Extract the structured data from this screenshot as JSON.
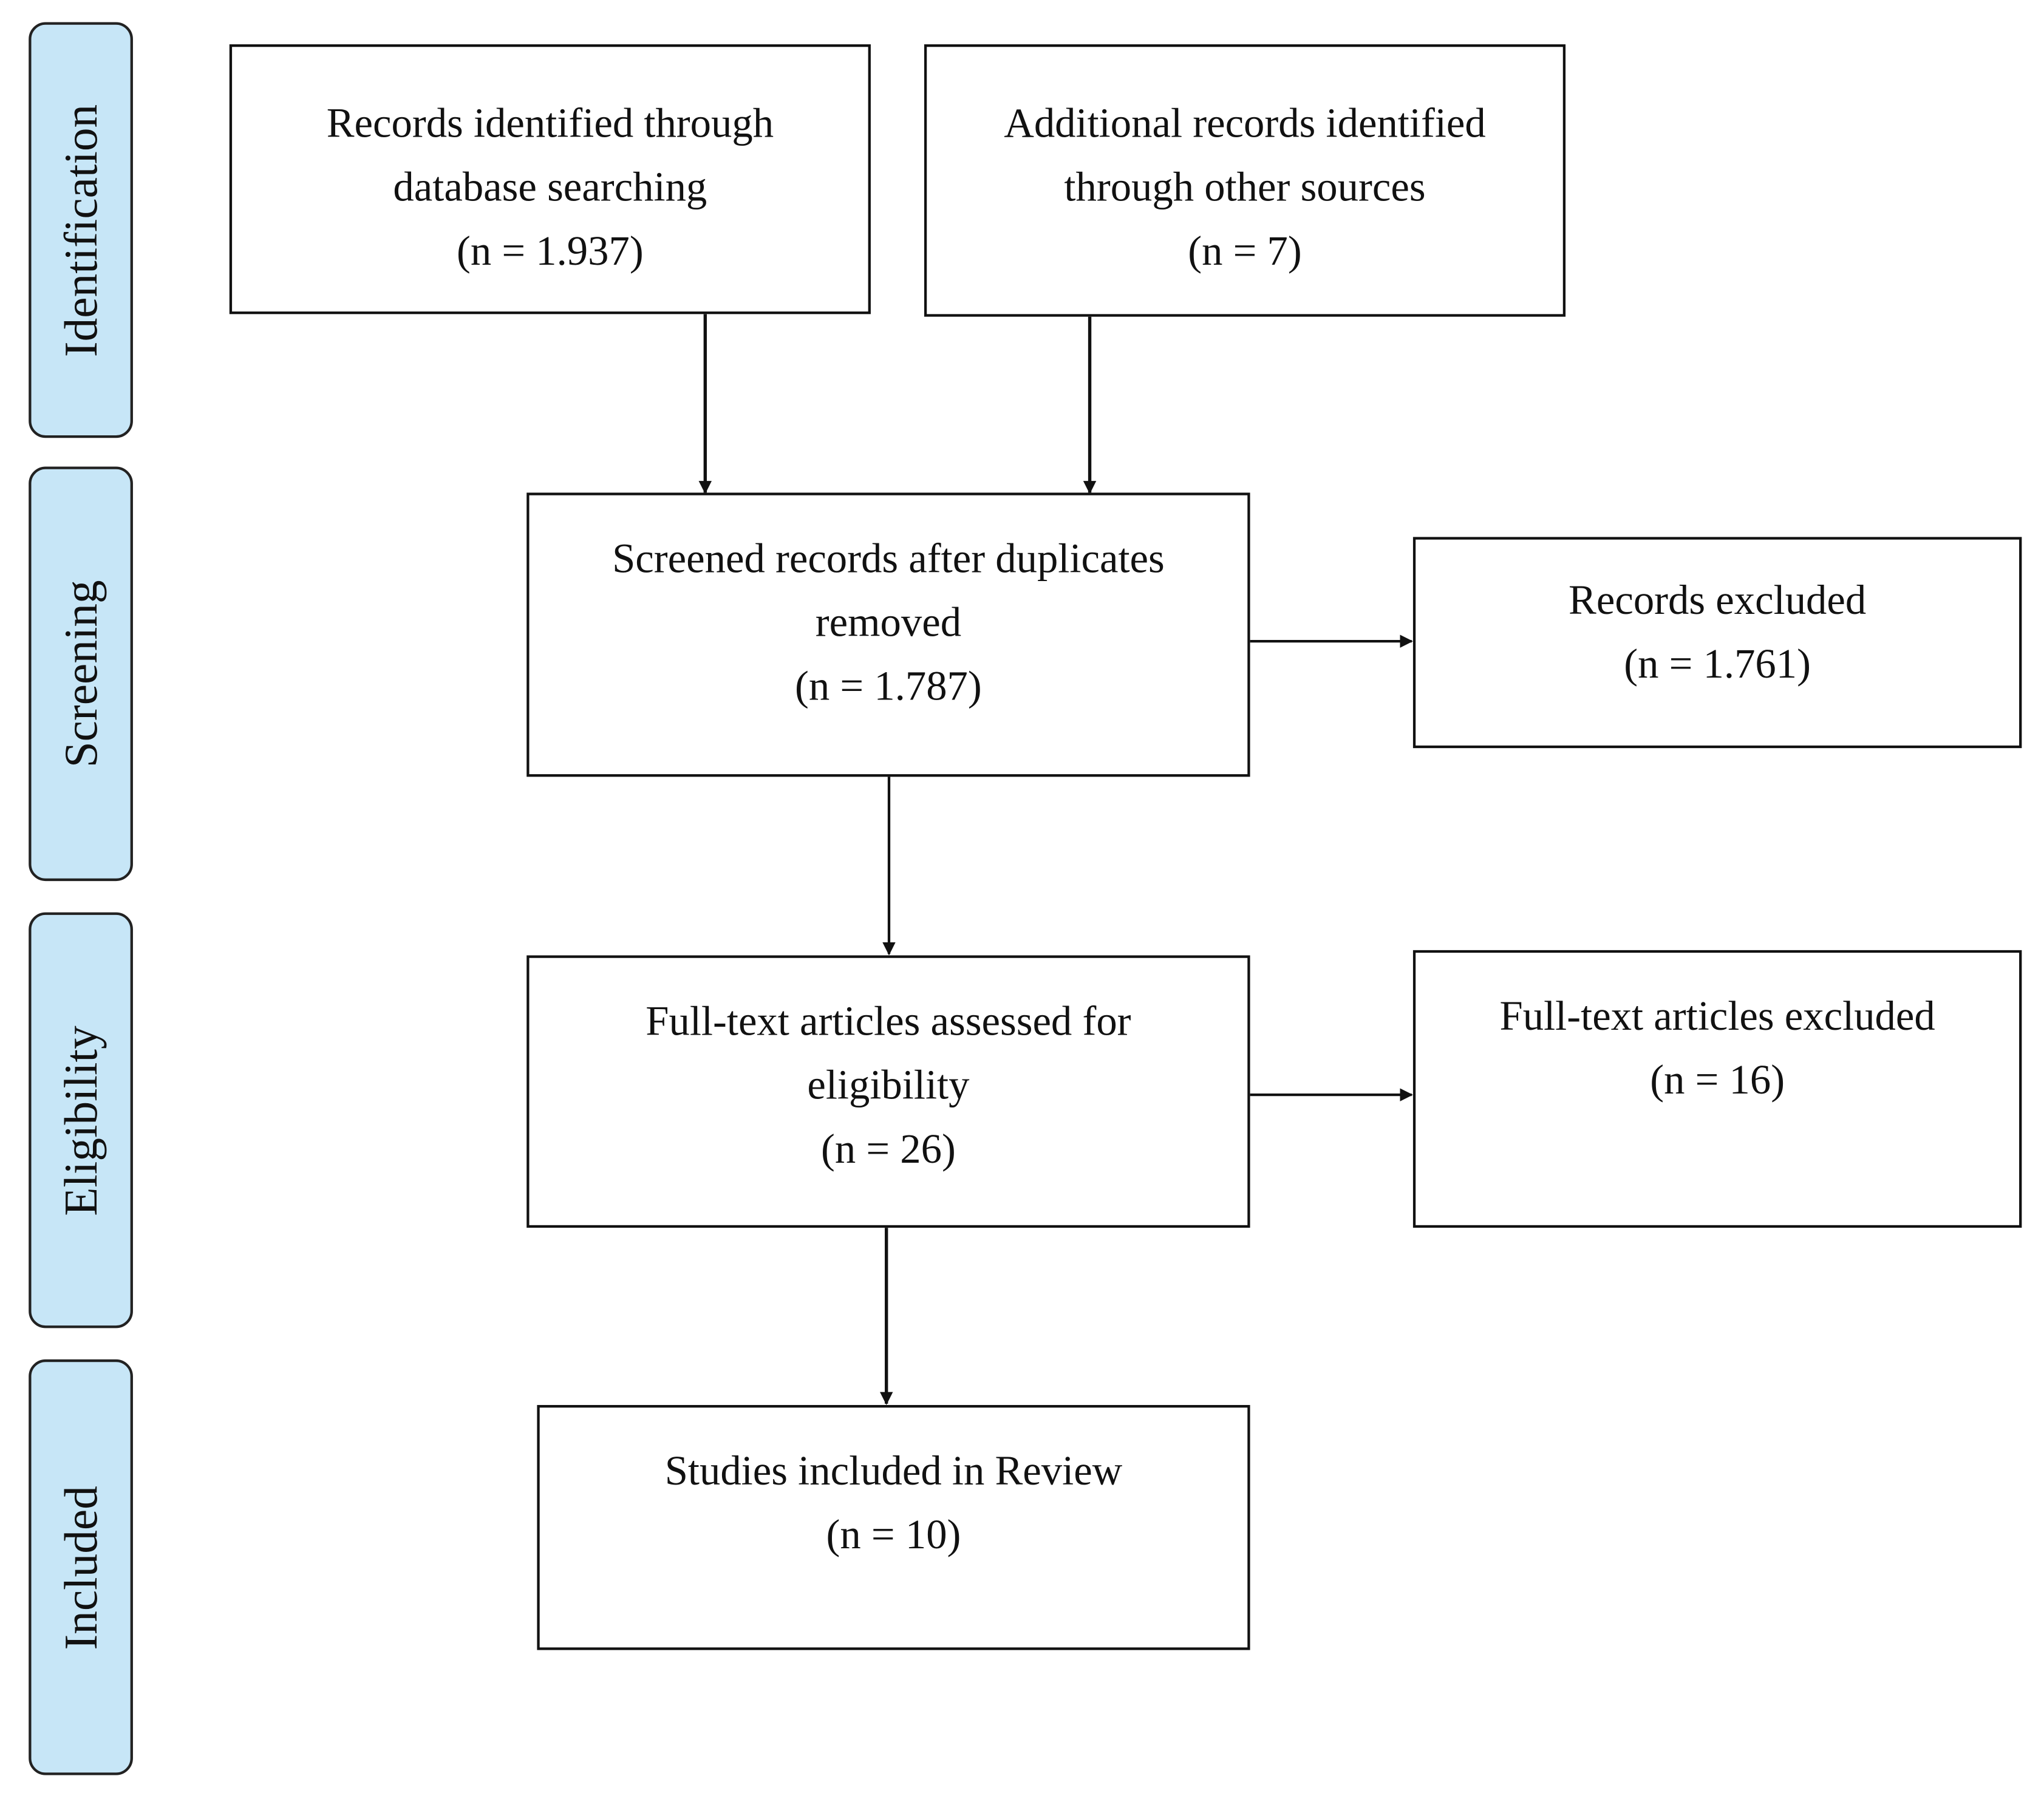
{
  "phases": {
    "identification": "Identification",
    "screening": "Screening",
    "eligibility": "Eligibility",
    "included": "Included"
  },
  "boxes": {
    "db_records": {
      "line1": "Records identified through",
      "line2": "database searching",
      "count": "(n = 1.937)"
    },
    "other_records": {
      "line1": "Additional records identified",
      "line2": "through other sources",
      "count": "(n = 7)"
    },
    "screened": {
      "line1": "Screened records after duplicates",
      "line2": "removed",
      "count": "(n = 1.787)"
    },
    "records_excluded": {
      "line1": "Records excluded",
      "count": "(n = 1.761)"
    },
    "fulltext_assessed": {
      "line1": "Full-text articles assessed for",
      "line2": "eligibility",
      "count": "(n = 26)"
    },
    "fulltext_excluded": {
      "line1": "Full-text articles excluded",
      "count": "(n = 16)"
    },
    "included_studies": {
      "line1": "Studies included in Review",
      "count": "(n = 10)"
    }
  },
  "colors": {
    "phase_fill": "#c7e6f7",
    "border": "#111111",
    "arrow": "#111111"
  }
}
